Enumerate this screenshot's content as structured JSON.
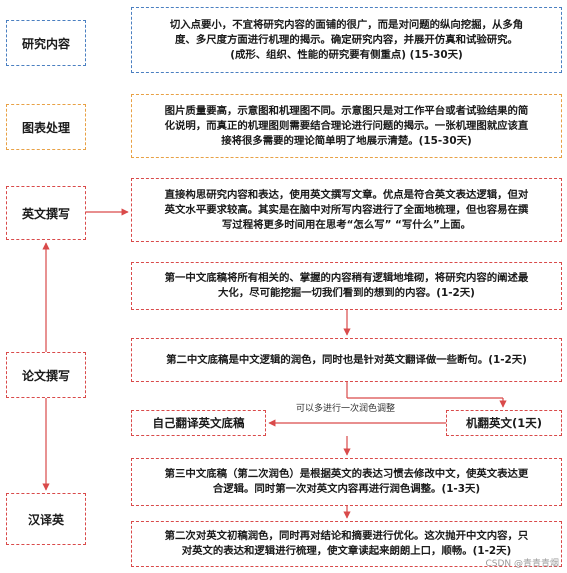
{
  "stages": {
    "research": "研究内容",
    "figures": "图表处理",
    "english_writing": "英文撰写",
    "paper_writing": "论文撰写",
    "chinese_to_english": "汉译英"
  },
  "notes": {
    "research": [
      "切入点要小，不宜将研究内容的面铺的很广，而是对问题的纵向挖掘，从多角",
      "度、多尺度方面进行机理的揭示。确定研究内容，并展开仿真和试验研究。",
      "(成形、组织、性能的研究要有侧重点) (15-30天)"
    ],
    "figures": [
      "图片质量要高，示意图和机理图不同。示意图只是对工作平台或者试验结果的简",
      "化说明，而真正的机理图则需要结合理论进行问题的揭示。一张机理图就应该直",
      "接将很多需要的理论简单明了地展示清楚。(15-30天)"
    ],
    "direct_english": [
      "直接构思研究内容和表达，使用英文撰写文章。优点是符合英文表达逻辑，但对",
      "英文水平要求较高。其实是在脑中对所写内容进行了全面地梳理，但也容易在撰",
      "写过程将更多时间用在思考“怎么写” “写什么”上面。"
    ],
    "first_draft": [
      "第一中文底稿将所有相关的、掌握的内容稍有逻辑地堆砌，将研究内容的阐述最",
      "大化，尽可能挖掘一切我们看到的想到的内容。(1-2天)"
    ],
    "second_draft": [
      "第二中文底稿是中文逻辑的润色，同时也是针对英文翻译做一些断句。(1-2天)"
    ],
    "self_translate": "自己翻译英文底稿",
    "machine_translate": "机翻英文(1天)",
    "loop_label": "可以多进行一次润色调整",
    "third_draft": [
      "第三中文底稿（第二次润色）是根据英文的表达习惯去修改中文，使英文表达更",
      "合逻辑。同时第一次对英文内容再进行润色调整。(1-3天)"
    ],
    "final_polish": [
      "第二次对英文初稿润色，同时再对结论和摘要进行优化。这次抛开中文内容，只",
      "对英文的表达和逻辑进行梳理，使文章读起来朗朗上口，顺畅。(1-2天)"
    ]
  },
  "watermark": "CSDN @青青青烟",
  "colors": {
    "blue": "#4a7fc1",
    "orange": "#e8a145",
    "red": "#d94a4a"
  }
}
